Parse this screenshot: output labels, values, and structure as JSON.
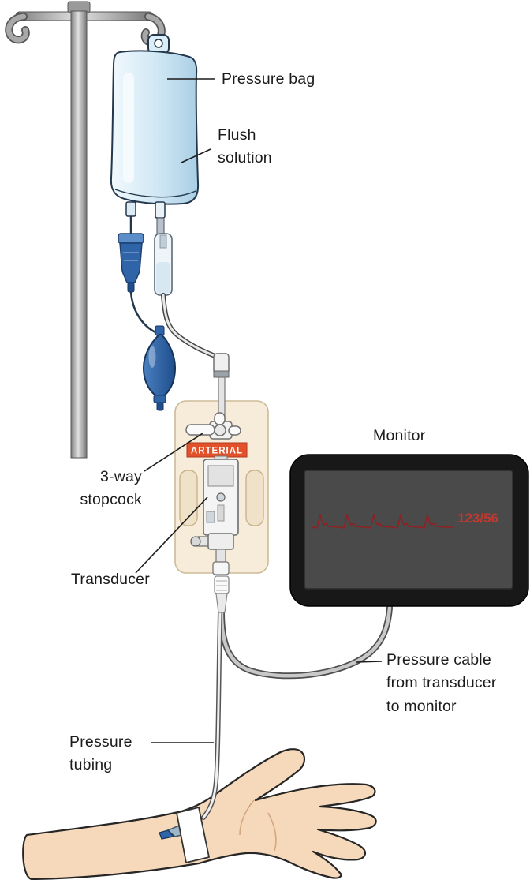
{
  "figure": {
    "subject": "Arterial pressure monitoring setup diagram"
  },
  "labels": {
    "pressure_bag": "Pressure bag",
    "flush_solution_line1": "Flush",
    "flush_solution_line2": "solution",
    "stopcock_line1": "3-way",
    "stopcock_line2": "stopcock",
    "transducer": "Transducer",
    "monitor": "Monitor",
    "pressure_cable_line1": "Pressure cable",
    "pressure_cable_line2": "from transducer",
    "pressure_cable_line3": "to monitor",
    "pressure_tubing_line1": "Pressure",
    "pressure_tubing_line2": "tubing"
  },
  "device": {
    "arterial_tag": "ARTERIAL",
    "monitor_reading": "123/56"
  },
  "palette": {
    "bag_blue": "#cfe7f4",
    "component_blue": "#2f65a8",
    "panel_beige": "#f6ecd9",
    "arterial_red": "#e2512a",
    "waveform_red": "#8e2222",
    "reading_red": "#c0392f",
    "skin": "#f6d9ba",
    "monitor_black": "#181818",
    "screen_gray": "#4a4a4a",
    "pole_gray": "#9a9a9a"
  }
}
